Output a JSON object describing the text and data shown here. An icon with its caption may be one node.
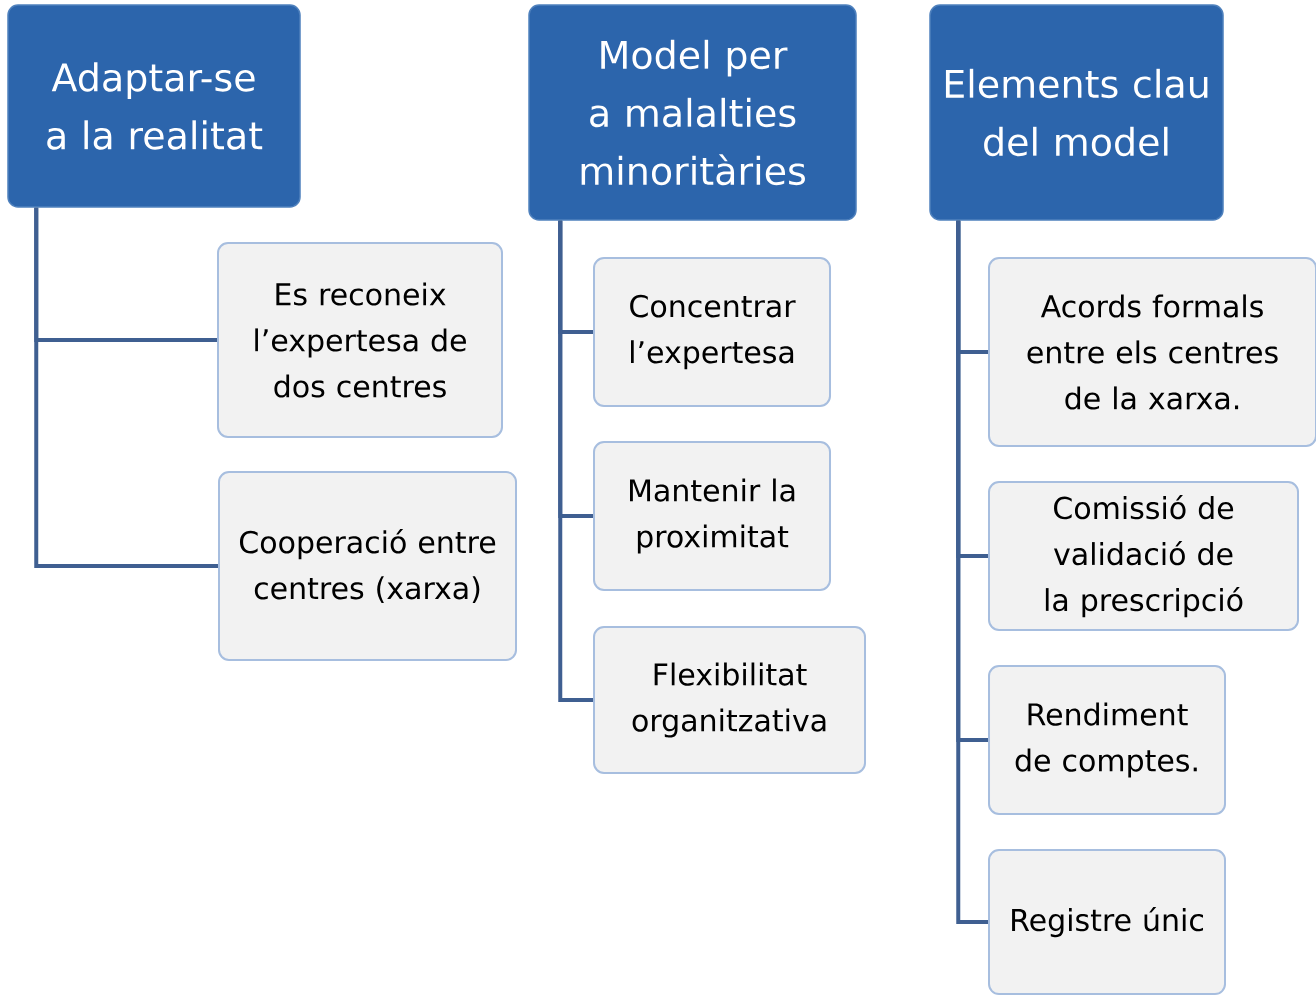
{
  "diagram": {
    "nodes": [
      {
        "text": [
          "Adaptar-se a la realitat"
        ]
      },
      {
        "text": [
          "Es reconeix l’expertesa de dos centres"
        ]
      },
      {
        "text": [
          "Cooperació entre centres (xarxa)"
        ]
      },
      {
        "text": [
          "Model per a malalties minoritàries"
        ]
      },
      {
        "text": [
          "Concentrar l’expertesa"
        ]
      },
      {
        "text": [
          "Mantenir la proximitat"
        ]
      },
      {
        "text": [
          "Flexibilitat organitzativa"
        ]
      },
      {
        "text": [
          "Elements clau del model"
        ]
      },
      {
        "text": [
          "Acords formals entre els centres de la xarxa."
        ]
      },
      {
        "text": [
          "Comissió de validació de la prescripció"
        ]
      },
      {
        "text": [
          "Rendiment de comptes."
        ]
      },
      {
        "text": [
          "Registre únic"
        ]
      }
    ],
    "edges": [
      {
        "from": 0,
        "to": 1,
        "arrow": "none"
      },
      {
        "from": 0,
        "to": 2,
        "arrow": "none"
      },
      {
        "from": 3,
        "to": 4,
        "arrow": "none"
      },
      {
        "from": 3,
        "to": 5,
        "arrow": "none"
      },
      {
        "from": 3,
        "to": 6,
        "arrow": "none"
      },
      {
        "from": 7,
        "to": 8,
        "arrow": "none"
      },
      {
        "from": 7,
        "to": 9,
        "arrow": "none"
      },
      {
        "from": 7,
        "to": 10,
        "arrow": "none"
      },
      {
        "from": 7,
        "to": 11,
        "arrow": "none"
      }
    ]
  }
}
